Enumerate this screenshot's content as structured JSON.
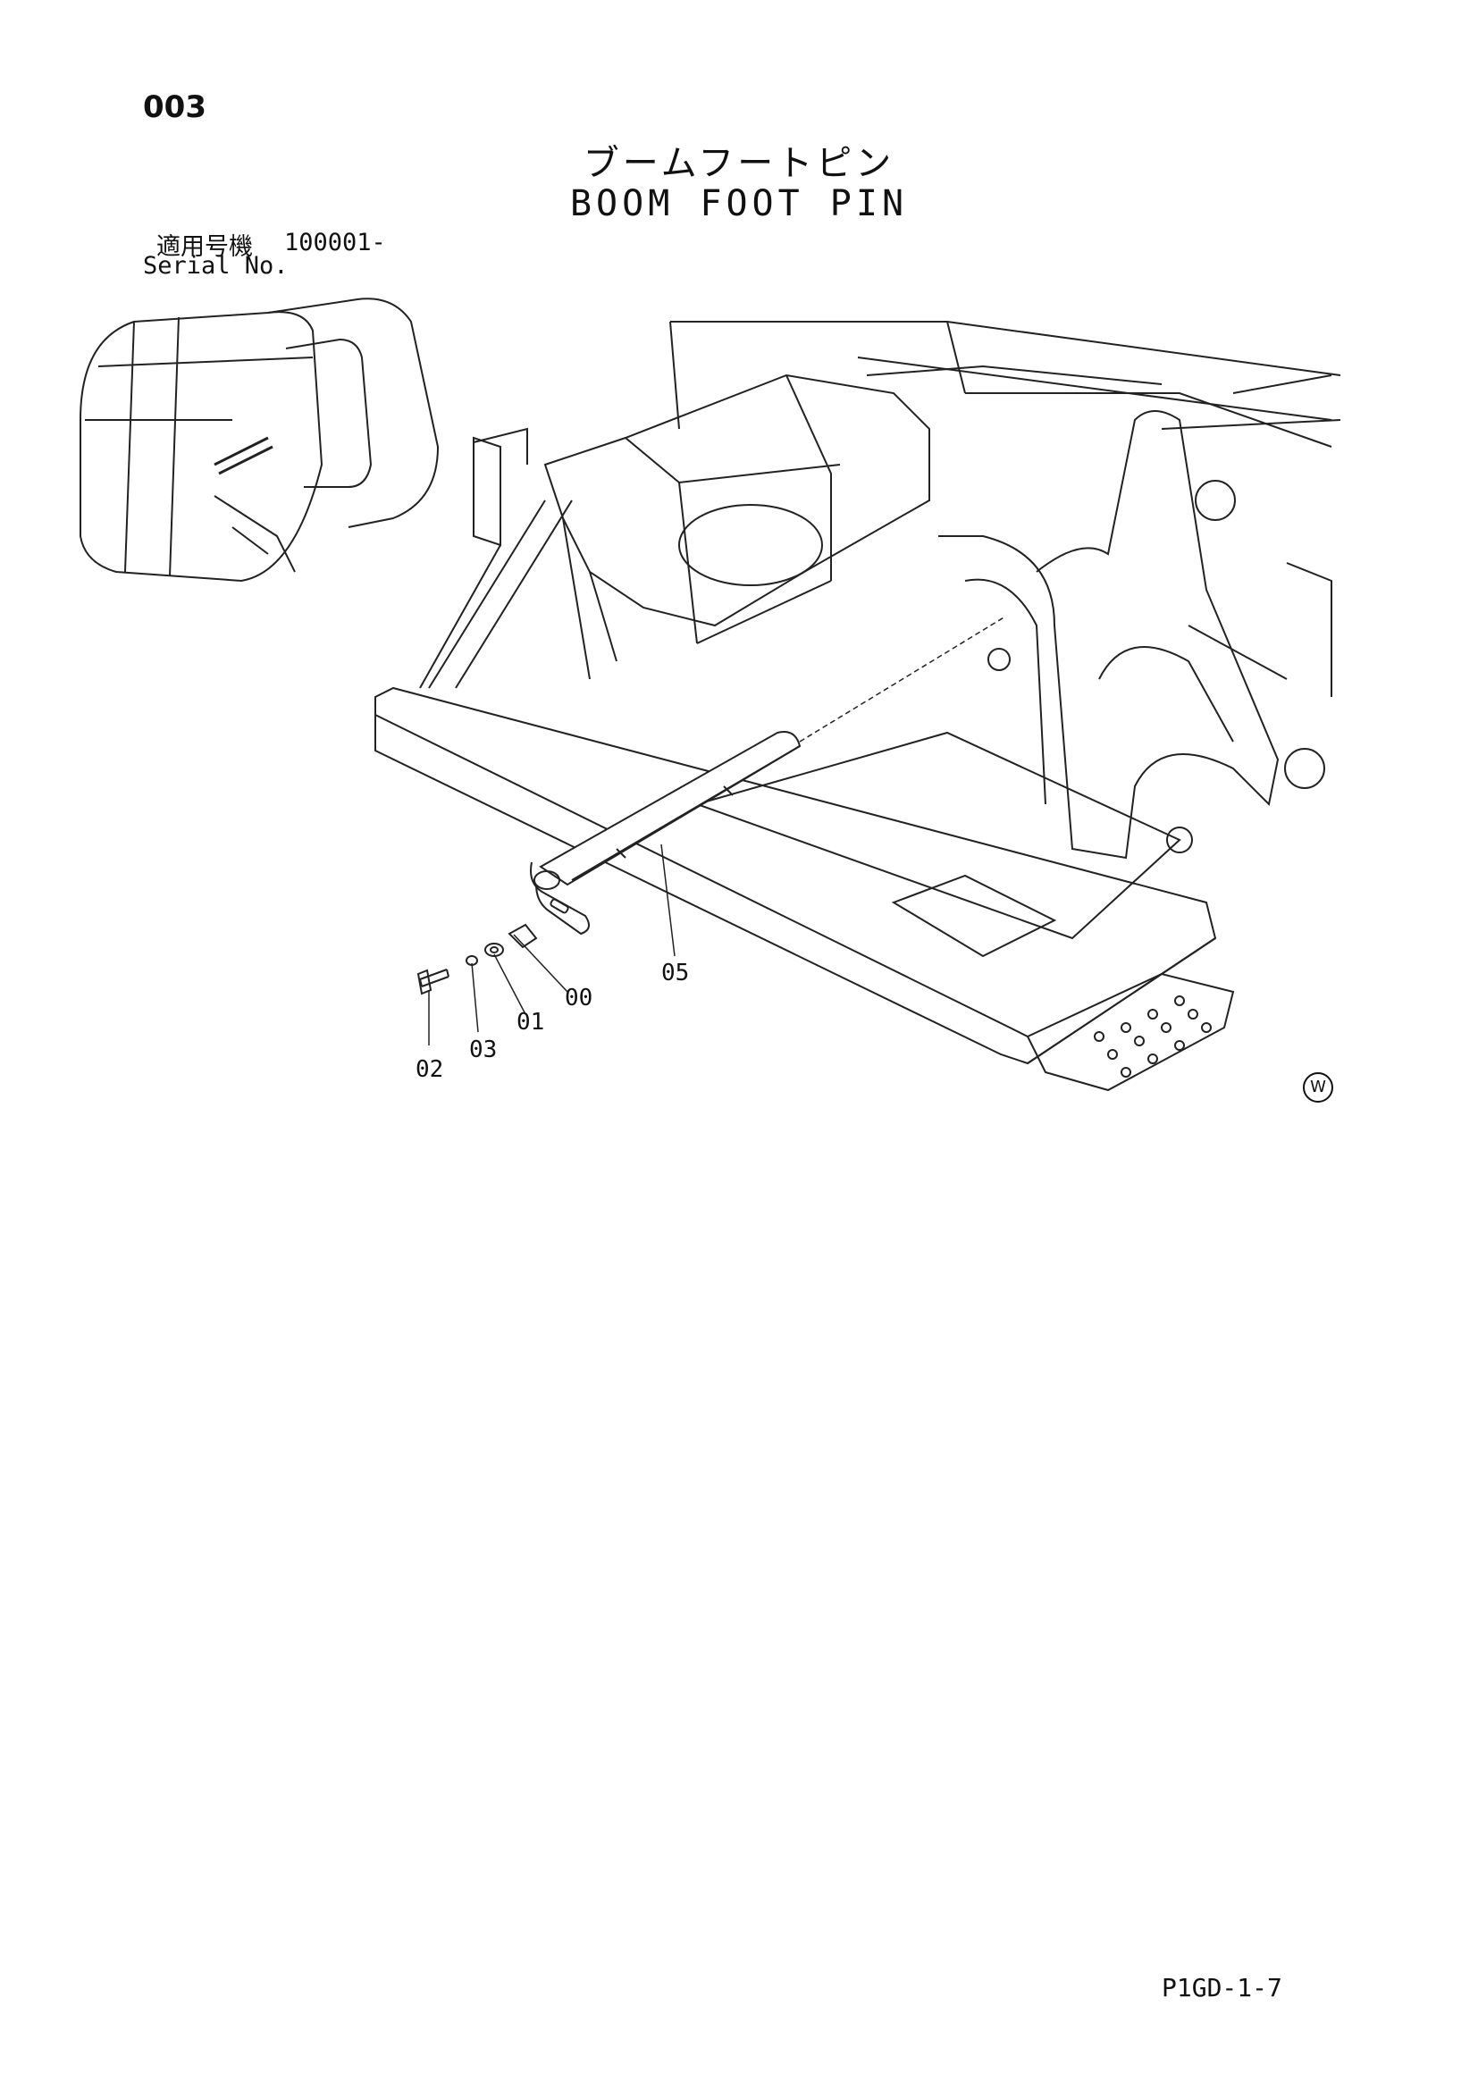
{
  "header": {
    "page_number": "003",
    "title_jp": "ブームフートピン",
    "title_en": "BOOM FOOT PIN",
    "serial_label_jp": "適用号機",
    "serial_label_en": "Serial No.",
    "serial_value": "100001-"
  },
  "callouts": [
    "00",
    "01",
    "02",
    "03",
    "05"
  ],
  "mark": "W",
  "footer": {
    "code": "P1GD-1-7"
  }
}
